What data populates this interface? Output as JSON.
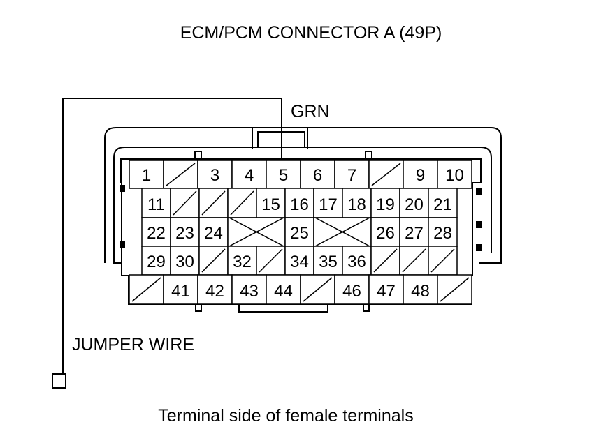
{
  "title": "ECM/PCM CONNECTOR A (49P)",
  "wire_color": "GRN",
  "jumper_label": "JUMPER WIRE",
  "caption": "Terminal side of female terminals",
  "colors": {
    "line": "#000000",
    "background": "#ffffff"
  },
  "connector": {
    "rows": [
      [
        "1",
        "",
        "3",
        "4",
        "5",
        "6",
        "7",
        "",
        "9",
        "10"
      ],
      [
        "11",
        "",
        "",
        "",
        "15",
        "16",
        "17",
        "18",
        "19",
        "20",
        "21"
      ],
      [
        "22",
        "23",
        "24",
        "",
        "25",
        "",
        "26",
        "27",
        "28"
      ],
      [
        "29",
        "30",
        "",
        "32",
        "",
        "34",
        "35",
        "36",
        "",
        "",
        ""
      ],
      [
        "",
        "41",
        "42",
        "43",
        "44",
        "",
        "46",
        "47",
        "48",
        ""
      ]
    ],
    "jumper_terminal": "5"
  }
}
